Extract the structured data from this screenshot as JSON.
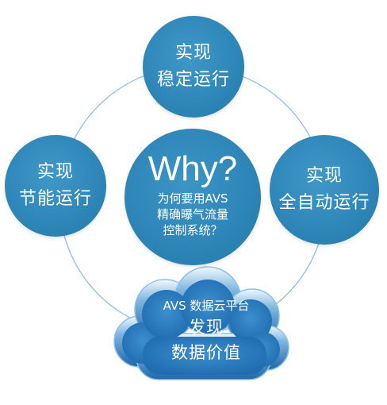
{
  "colors": {
    "node_fill": "#2d86b7",
    "ring_stroke": "#8fc0dc",
    "cloud_fill": "#2a7fbd",
    "text": "#ffffff"
  },
  "nodes": {
    "top": {
      "line1": "实现",
      "line2": "稳定运行"
    },
    "left": {
      "line1": "实现",
      "line2": "节能运行"
    },
    "right": {
      "line1": "实现",
      "line2": "全自动运行"
    }
  },
  "center": {
    "title": "Why?",
    "lines": [
      "为何要用AVS",
      "精确曝气流量",
      "控制系统？"
    ]
  },
  "cloud": {
    "platform": "AVS 数据云平台",
    "line1": "发现",
    "line2": "数据价值"
  }
}
